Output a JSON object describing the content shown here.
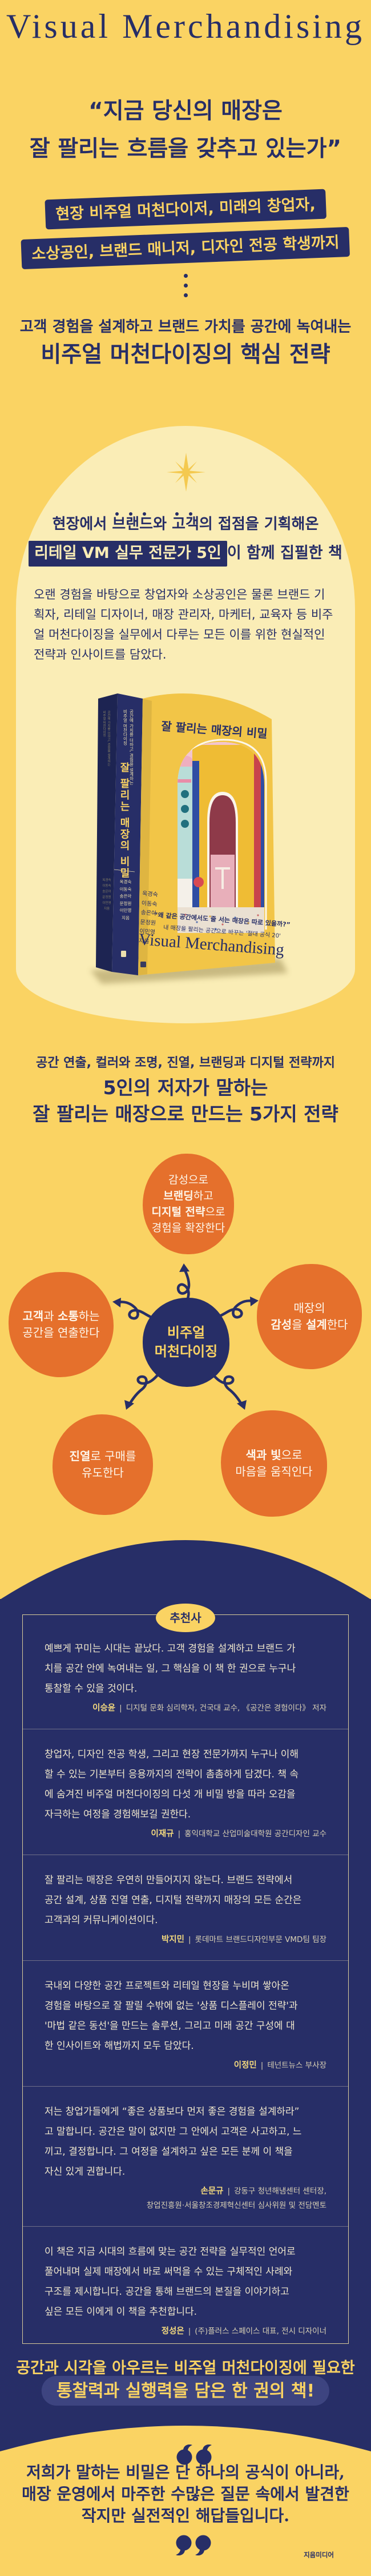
{
  "colors": {
    "yellow": "#FAD363",
    "cream": "#FAEDB6",
    "navy": "#272E67",
    "orange": "#E5702C",
    "star": "#F4C94F",
    "pill": "#3D4480",
    "boxline": "#D9CC9A",
    "divline": "#6F6F88",
    "tbody": "#EFE7CC",
    "tname": "#F3D97E",
    "tdesc": "#D8D0B4",
    "cover_yellow": "#F2C547",
    "spine_navy": "#272E67",
    "back_navy": "#1D2452",
    "cover-ink": "#272E67"
  },
  "header": {
    "brand": "Visual Merchandising"
  },
  "quote": {
    "lines": [
      "“지금 당신의 매장은",
      "잘 팔리는 흐름을 갖추고 있는가”"
    ]
  },
  "banners": [
    "현장 비주얼 머천다이저, 미래의 창업자,",
    "소상공인, 브랜드 매니저, 디자인 전공 학생까지"
  ],
  "intro": {
    "line1": "고객 경험을 설계하고 브랜드 가치를 공간에 녹여내는",
    "line2": "비주얼 머천다이징의 핵심 전략"
  },
  "arch": {
    "headline1_segments": [
      {
        "t": "현장에서 "
      },
      {
        "t": "브",
        "dot": 1
      },
      {
        "t": "랜",
        "dot": 1
      },
      {
        "t": "드",
        "dot": 1
      },
      {
        "t": "와 "
      },
      {
        "t": "고",
        "dot": 1
      },
      {
        "t": "객",
        "dot": 1
      },
      {
        "t": "의 접점을 기획해온"
      }
    ],
    "headline2_segments": [
      {
        "t": "리테일 VM 실무 전문가 5인",
        "hl": 1
      },
      {
        "t": "이 함께 집필한 책"
      }
    ],
    "paragraph_lines": [
      "오랜 경험을 바탕으로 창업자와 소상공인은 물론 브랜드 기",
      "획자, 리테일 디자이너, 매장 관리자, 마케터, 교육자 등 비주",
      "얼 머천다이징을 실무에서 다루는 모든 이를 위한 현실적인",
      "전략과 인사이트를 담았다."
    ]
  },
  "book": {
    "cover_title": "잘 팔리는 매장의 비밀",
    "author_lines": [
      "옥경숙",
      "이동숙",
      "송은아",
      "문정원",
      "이민영",
      "지음"
    ],
    "cover_quote_bold": "“왜 같은 공간에서도 줄 서는 매장은 따로 있을까?”",
    "cover_quote_small": "내 매장을 팔리는 공간으로 바꾸는 '절대 공식 20'",
    "cover_brand": "Visual Merchandising",
    "spine_top_lines": [
      "공간에 가치를 더하고, 경험을 설계하는",
      "비주얼 머천다이징"
    ],
    "spine_title": "잘 팔리는 매장의 비밀"
  },
  "strategy": {
    "kicker": "공간 연출, 컬러와 조명, 진열, 브랜딩과 디지털 전략까지",
    "line1": "5인의 저자가 말하는",
    "line2": "잘 팔리는 매장으로 만드는 5가지 전략"
  },
  "diagram": {
    "center_lines": [
      [
        {
          "t": "비주얼"
        }
      ],
      [
        {
          "t": "머천다이징"
        }
      ]
    ],
    "top_lines": [
      [
        {
          "t": "감성으로"
        }
      ],
      [
        {
          "t": "브랜딩",
          "b": 1
        },
        {
          "t": "하고"
        }
      ],
      [
        {
          "t": "디지털 전략",
          "b": 1
        },
        {
          "t": "으로"
        }
      ],
      [
        {
          "t": "경험을 확장한다"
        }
      ]
    ],
    "left_lines": [
      [
        {
          "t": "고객",
          "b": 1
        },
        {
          "t": "과 "
        },
        {
          "t": "소통",
          "b": 1
        },
        {
          "t": "하는"
        }
      ],
      [
        {
          "t": "공간을 연출한다"
        }
      ]
    ],
    "right_lines": [
      [
        {
          "t": "매장의"
        }
      ],
      [
        {
          "t": "감성",
          "b": 1
        },
        {
          "t": "을 "
        },
        {
          "t": "설계",
          "b": 1
        },
        {
          "t": "한다"
        }
      ]
    ],
    "bl_lines": [
      [
        {
          "t": "진열",
          "b": 1
        },
        {
          "t": "로 구매를"
        }
      ],
      [
        {
          "t": "유도한다"
        }
      ]
    ],
    "br_lines": [
      [
        {
          "t": "색과 빛",
          "b": 1
        },
        {
          "t": "으로"
        }
      ],
      [
        {
          "t": "마음을 움직인다"
        }
      ]
    ]
  },
  "recommendations": {
    "badge": "추천사",
    "sep": "|",
    "items": [
      {
        "body_lines": [
          "예쁘게 꾸미는 시대는 끝났다. 고객 경험을 설계하고 브랜드 가",
          "치를 공간 안에 녹여내는 일, 그 핵심을 이 책 한 권으로 누구나",
          "통찰할 수 있을 것이다."
        ],
        "name": "이승윤",
        "desc": "디지털 문화 심리학자, 건국대 교수, 《공간은 경험이다》 저자"
      },
      {
        "body_lines": [
          "창업자, 디자인 전공 학생, 그리고 현장 전문가까지 누구나 이해",
          "할 수 있는 기본부터 응용까지의 전략이 촘촘하게 담겼다. 책 속",
          "에 숨겨진 비주얼 머천다이징의 다섯 개 비밀 방을 따라 오감을",
          "자극하는 여정을 경험해보길 권한다."
        ],
        "name": "이재규",
        "desc": "홍익대학교 산업미술대학원 공간디자인 교수"
      },
      {
        "body_lines": [
          "잘 팔리는 매장은 우연히 만들어지지 않는다. 브랜드 전략에서",
          "공간 설계, 상품 진열 연출, 디지털 전략까지 매장의 모든 순간은",
          "고객과의 커뮤니케이션이다."
        ],
        "name": "박지민",
        "desc": "롯데마트 브랜드디자인부문 VMD팀 팀장"
      },
      {
        "body_lines": [
          "국내외 다양한 공간 프로젝트와 리테일 현장을 누비며 쌓아온",
          "경험을 바탕으로 잘 팔릴 수밖에 없는 '상품 디스플레이 전략'과",
          "'마법 같은 동선'을 만드는 솔루션, 그리고 미래 공간 구성에 대",
          "한 인사이트와 해법까지 모두 담았다."
        ],
        "name": "이정민",
        "desc": "테넌트뉴스 부사장"
      },
      {
        "body_lines": [
          "저는 창업가들에게 “좋은 상품보다 먼저 좋은 경험을 설계하라”",
          "고 말합니다. 공간은 말이 없지만 그 안에서 고객은 사고하고, 느",
          "끼고, 결정합니다. 그 여정을 설계하고 싶은 모든 분께 이 책을",
          "자신 있게 권합니다."
        ],
        "name": "손문규",
        "desc": "강동구 청년해냄센터 센터장,",
        "desc2": "창업진흥원·서울창조경제혁신센터 심사위원 및 전담멘토"
      },
      {
        "body_lines": [
          "이 책은 지금 시대의 흐름에 맞는 공간 전략을 실무적인 언어로",
          "풀어내며 실제 매장에서 바로 써먹을 수 있는 구체적인 사례와",
          "구조를 제시합니다. 공간을 통해 브랜드의 본질을 이야기하고",
          "싶은 모든 이에게 이 책을 추천합니다."
        ],
        "name": "정성은",
        "desc": "(주)플러스 스페이스 대표, 전시 디자이너"
      }
    ]
  },
  "bottom_band": {
    "line1": "공간과 시각을 아우르는 비주얼 머천다이징에 필요한",
    "line2": "통찰력과 실행력을 담은 한 권의 책!"
  },
  "footer": {
    "lines": [
      "저희가 말하는 비밀은 단 하나의 공식이 아니라,",
      "매장 운영에서 마주한 수많은 질문 속에서 발견한",
      "작지만 실전적인 해답들입니다."
    ],
    "publisher": "지음미디어"
  }
}
